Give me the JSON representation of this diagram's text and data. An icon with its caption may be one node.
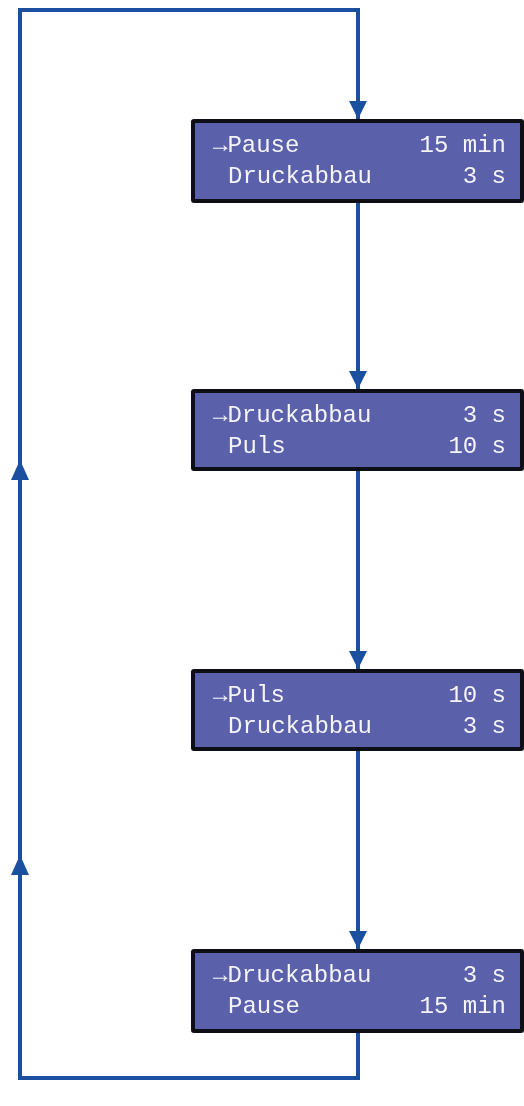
{
  "diagram": {
    "nodes": [
      {
        "text": [
          "→Pause",
          "15 min",
          "Druckabbau",
          "3 s"
        ]
      },
      {
        "text": [
          "→Druckabbau",
          "3 s",
          "Puls",
          "10 s"
        ]
      },
      {
        "text": [
          "→Puls",
          "10 s",
          "Druckabbau",
          "3 s"
        ]
      },
      {
        "text": [
          "→Druckabbau",
          "3 s",
          "Pause",
          "15 min"
        ]
      }
    ],
    "edges": [
      {
        "from": 0,
        "to": 1,
        "arrow": "to"
      },
      {
        "from": 1,
        "to": 2,
        "arrow": "to"
      },
      {
        "from": 2,
        "to": 3,
        "arrow": "to"
      },
      {
        "from": 3,
        "to": 0,
        "arrow": "to"
      }
    ]
  }
}
